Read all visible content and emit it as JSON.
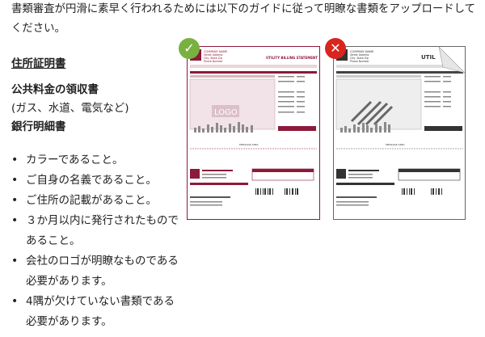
{
  "intro": "書類審査が円滑に素早く行われるためには以下のガイドに従って明瞭な書類をアップロードしてください。",
  "section_title": "住所証明書",
  "doc_types": {
    "utility": "公共料金の領収書",
    "utility_note": "(ガス、水道、電気など)",
    "bank": "銀行明細書"
  },
  "requirements": [
    "カラーであること。",
    "ご自身の名義であること。",
    "ご住所の記載があること。",
    "３か月以内に発行されたものであること。",
    "会社のロゴが明瞭なものである必要があります。",
    "4隅が欠けていない書類である必要があります。"
  ],
  "good_example": {
    "company": [
      "COMPANY NAME",
      "Street Address",
      "City, State Zip",
      "Phone Number"
    ],
    "statement_title": "UTILITY BILLING STATEMENT",
    "logo": "LOGO",
    "message_area": "MESSAGE AREA",
    "accent": "#8c1a3a"
  },
  "bad_example": {
    "company": [
      "COMPANY NAME",
      "Street Address",
      "City, State Zip",
      "Phone Number"
    ],
    "corner_text": "UTIL",
    "message_area": "MESSAGE AREA",
    "accent": "#333333"
  },
  "badges": {
    "ok_icon": "checkmark-icon",
    "ng_icon": "cross-icon",
    "ok_color": "#78b13f",
    "ng_color": "#d9251d"
  }
}
